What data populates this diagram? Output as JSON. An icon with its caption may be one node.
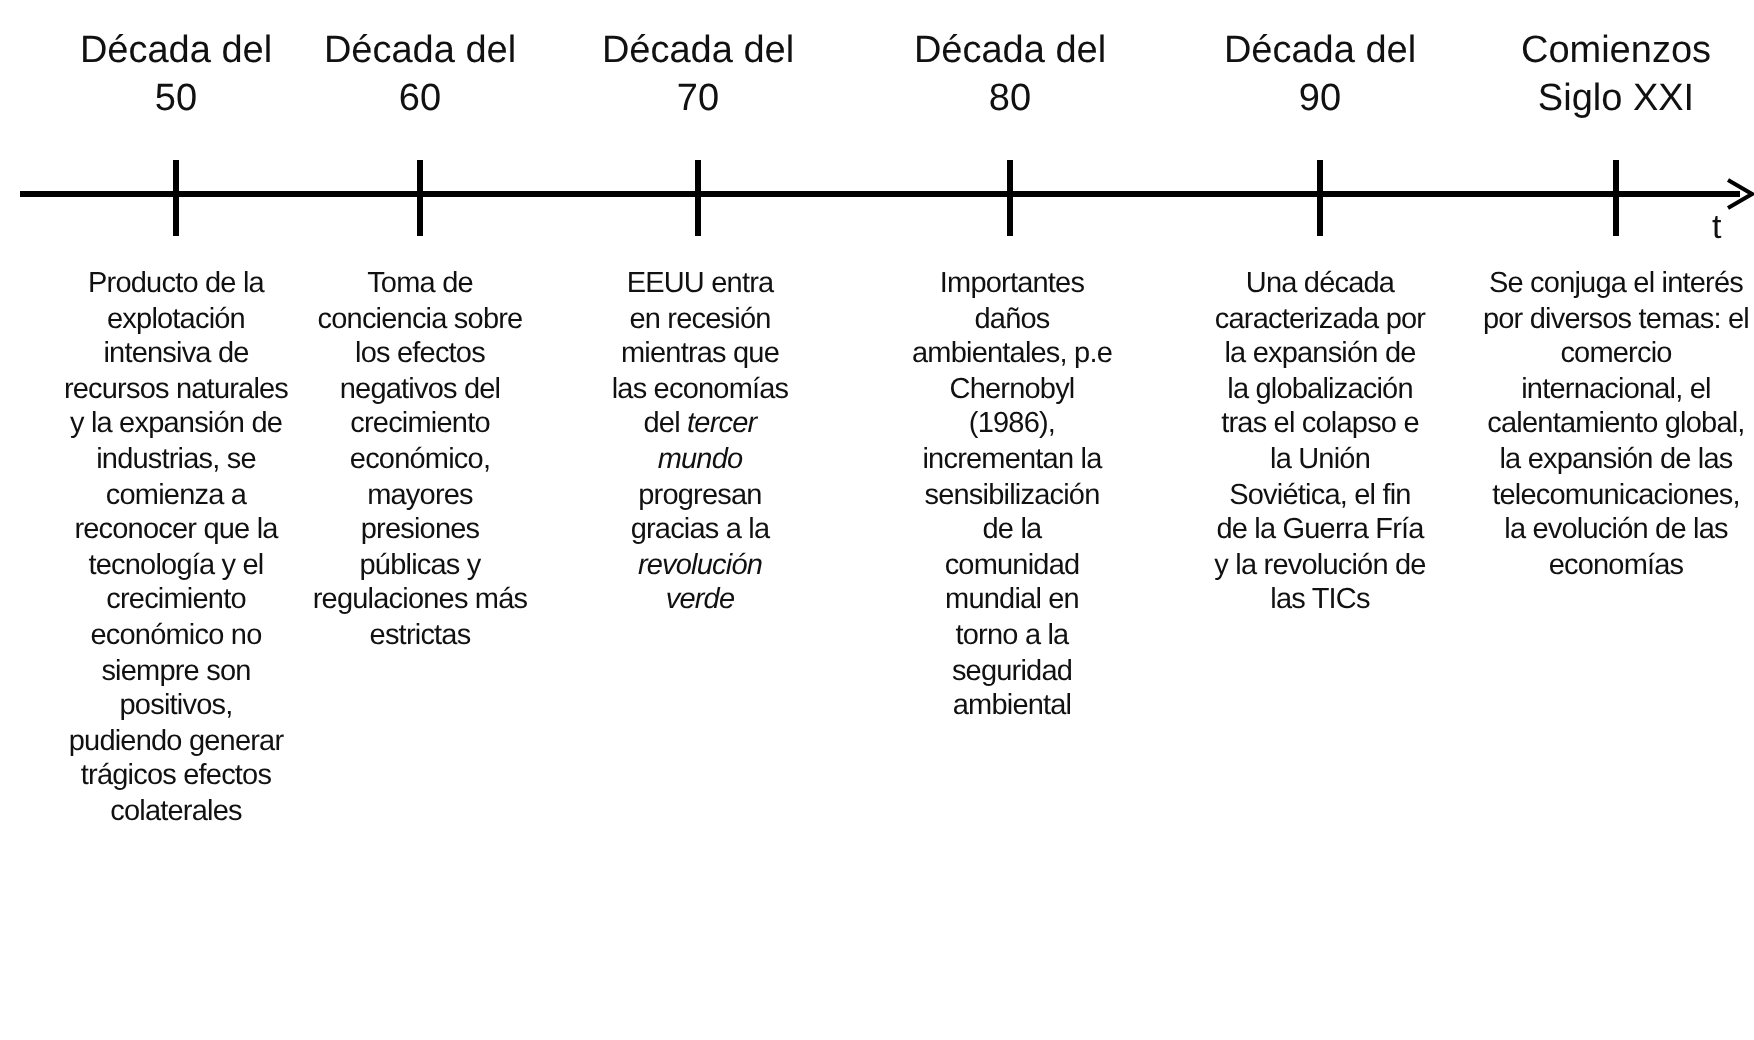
{
  "diagram": {
    "labels": [
      "Década del 50",
      "Década del 60",
      "Década del 70",
      "Década del 80",
      "Década del 90",
      "Comienzos Siglo XXI",
      "t",
      "Producto de la explotación intensiva de recursos naturales y la expansión de industrias, se comienza a reconocer que la tecnología y el crecimiento económico no siempre son positivos, pudiendo generar trágicos efectos colaterales",
      "Toma de conciencia sobre los efectos negativos del crecimiento económico, mayores presiones públicas y regulaciones más estrictas",
      "EEUU entra en recesión mientras que las economías del *tercer mundo* progresan gracias a la *revolución verde*",
      "Importantes daños ambientales, p.e Chernobyl (1986), incrementan la sensibilización de la comunidad mundial en torno a la seguridad ambiental",
      "Una década caracterizada por la expansión de la globalización tras el colapso e la Unión Soviética, el fin de la Guerra Fría y la revolución de las TICs",
      "Se conjuga el interés por diversos temas: el comercio internacional, el calentamiento global, la expansión de las telecomunicaciones, la evolución de las economías"
    ]
  }
}
